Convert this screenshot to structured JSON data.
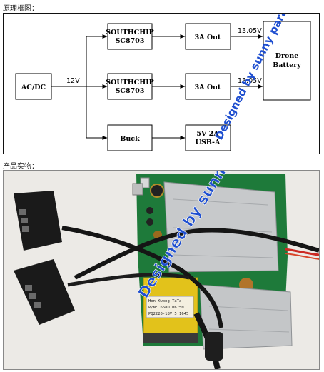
{
  "captions": {
    "schematic": "原理框图：",
    "product_photo": "产品实物："
  },
  "diagram": {
    "nodes": {
      "acdc": "AC/DC",
      "southchip_1": [
        "SOUTHCHIP",
        "SC8703"
      ],
      "southchip_2": [
        "SOUTHCHIP",
        "SC8703"
      ],
      "buck": "Buck",
      "out_1": "3A Out",
      "out_2": "3A Out",
      "usb": [
        "5V 2A",
        "USB-A"
      ],
      "drone_battery": [
        "Drone",
        "Battery"
      ]
    },
    "edge_labels": {
      "input_voltage": "12V",
      "output_voltage_1": "13.05V",
      "output_voltage_2": "13.05V"
    }
  },
  "watermark": "Designed by sunny paragon",
  "photo_label": [
    "Hon Kwong TaTa",
    "P/N: 668D106750",
    "PQ2220-18V 5 1645"
  ],
  "colors": {
    "watermark": "#1f4fd0",
    "pcb": "#1e7a3a",
    "heatsink": "#c7c9cb",
    "cable": "#151515",
    "transformer": "#e2c21b"
  }
}
